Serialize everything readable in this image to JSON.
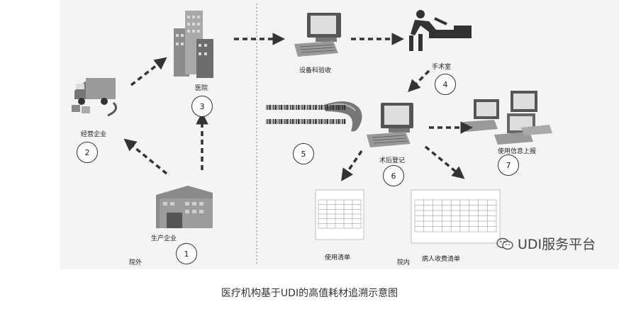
{
  "diagram": {
    "nodes": {
      "manufacturer": "生产企业",
      "distributor": "经营企业",
      "hospital": "医院",
      "equipment_dept": "设备科验收",
      "operating_room": "手术室",
      "post_op": "术后登记",
      "usage_report": "使用信息上报",
      "usage_list": "使用清单",
      "patient_bill": "病人收费清单"
    },
    "step_numbers": [
      "1",
      "2",
      "3",
      "4",
      "5",
      "6",
      "7"
    ],
    "regions": {
      "outside": "院外",
      "inside": "院内"
    }
  },
  "watermark": "UDI服务平台",
  "caption": "医疗机构基于UDI的高值耗材追溯示意图"
}
